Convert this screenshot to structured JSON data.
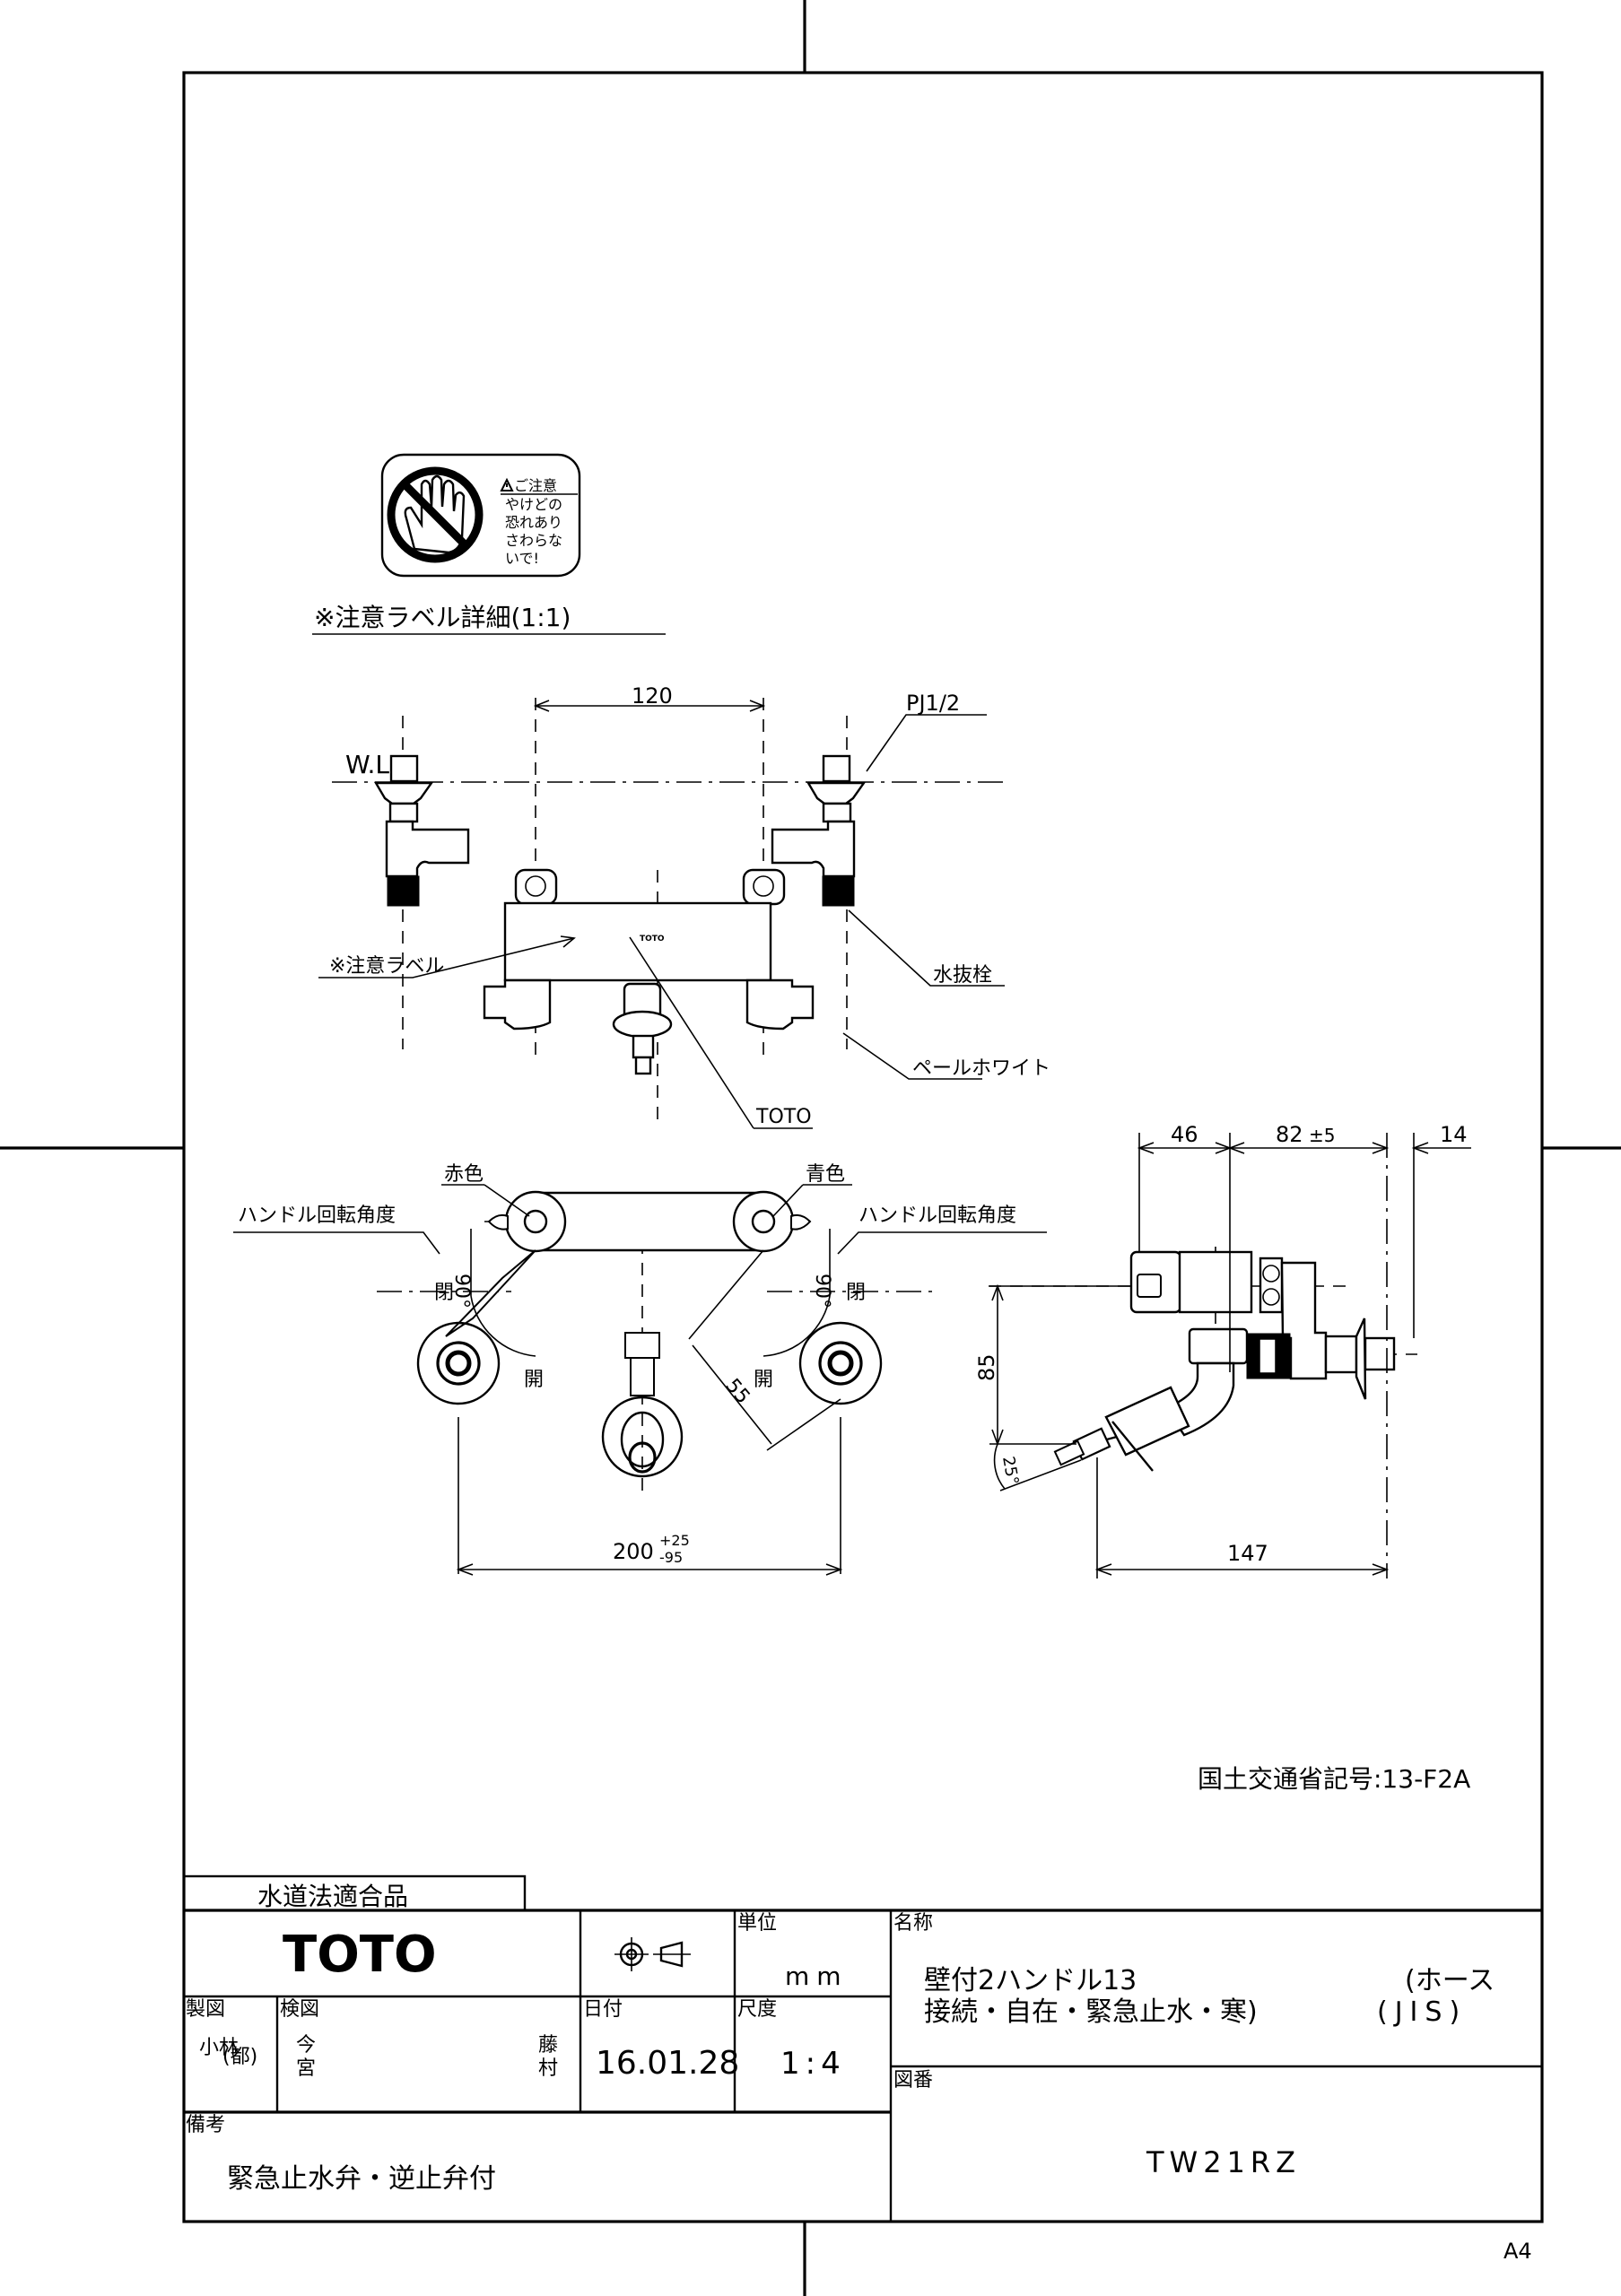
{
  "sheet": {
    "paper_size": "A4"
  },
  "caution_label": {
    "header": "ご注意",
    "lines": [
      "やけどの",
      "恐れあり",
      "さわらな",
      "いで!"
    ],
    "caption": "※注意ラベル詳細(1:1)"
  },
  "front_view": {
    "dim_center_spacing": "120",
    "thread_label": "PJ1/2",
    "water_line_label": "W.L",
    "caution_label_callout": "※注意ラベル",
    "drain_plug_callout": "水抜栓",
    "color_callout": "ペールホワイト",
    "logo_callout": "TOTO",
    "logo_mark": "TOTO"
  },
  "top_view": {
    "red_label": "赤色",
    "blue_label": "青色",
    "handle_angle_label_left": "ハンドル回転角度",
    "handle_angle_label_right": "ハンドル回転角度",
    "angle_left": "90°",
    "angle_right": "90°",
    "closed_left": "閉",
    "closed_right": "閉",
    "open_left": "開",
    "open_right": "開",
    "dim_arm": "55",
    "dim_width": "200",
    "dim_width_tol_plus": "+25",
    "dim_width_tol_minus": "-95"
  },
  "side_view": {
    "dim_a": "46",
    "dim_b": "82",
    "dim_b_tol": "±5",
    "dim_c": "14",
    "dim_height": "85",
    "dim_angle": "25°",
    "dim_depth": "147"
  },
  "mlit_code": "国土交通省記号:13-F2A",
  "title_block": {
    "compliance": "水道法適合品",
    "brand": "TOTO",
    "projection_symbol": "third-angle-projection",
    "unit_label": "単位",
    "unit_value": "mm",
    "drawn_label": "製図",
    "drawn_by": [
      "小林",
      "(都)"
    ],
    "checked_label": "検図",
    "checked_by_left": [
      "今",
      "宮"
    ],
    "checked_by_right": [
      "藤",
      "村"
    ],
    "date_label": "日付",
    "date_value": "16.01.28",
    "scale_label": "尺度",
    "scale_value": "1:4",
    "name_label": "名称",
    "name_line1": "壁付2ハンドル13",
    "name_line1_right": "(ホース",
    "name_line2": "接続・自在・緊急止水・寒)",
    "name_line2_right": "(JIS)",
    "drawing_no_label": "図番",
    "drawing_no": "TW21RZ",
    "remarks_label": "備考",
    "remarks": "緊急止水弁・逆止弁付"
  }
}
